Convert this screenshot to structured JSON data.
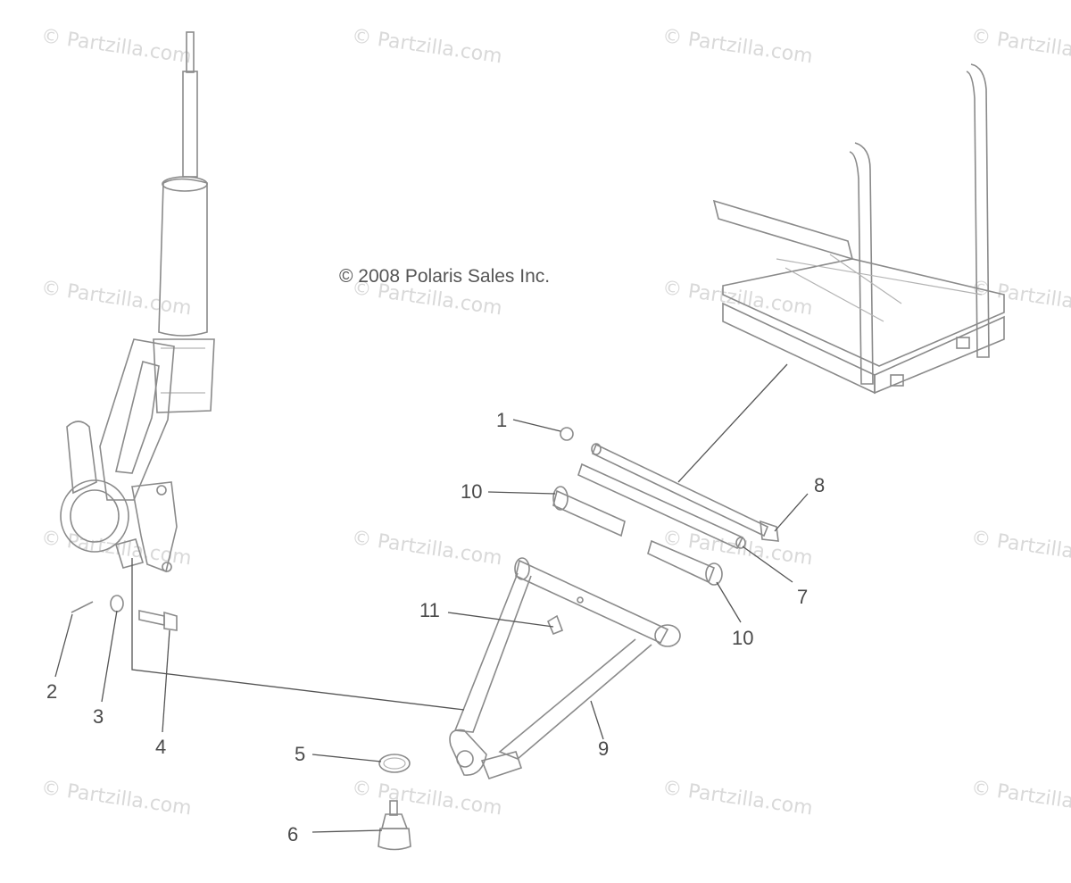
{
  "copyright": "© 2008 Polaris Sales Inc.",
  "watermark_text": "© Partzilla.com",
  "callouts": [
    {
      "id": "c1",
      "label": "1"
    },
    {
      "id": "c2",
      "label": "2"
    },
    {
      "id": "c3",
      "label": "3"
    },
    {
      "id": "c4",
      "label": "4"
    },
    {
      "id": "c5",
      "label": "5"
    },
    {
      "id": "c6",
      "label": "6"
    },
    {
      "id": "c7",
      "label": "7"
    },
    {
      "id": "c8",
      "label": "8"
    },
    {
      "id": "c9",
      "label": "9"
    },
    {
      "id": "c10a",
      "label": "10"
    },
    {
      "id": "c10b",
      "label": "10"
    },
    {
      "id": "c11",
      "label": "11"
    }
  ],
  "colors": {
    "line_art": "#8a8a8a",
    "leader": "#555555",
    "watermark": "#d9d9d9"
  }
}
